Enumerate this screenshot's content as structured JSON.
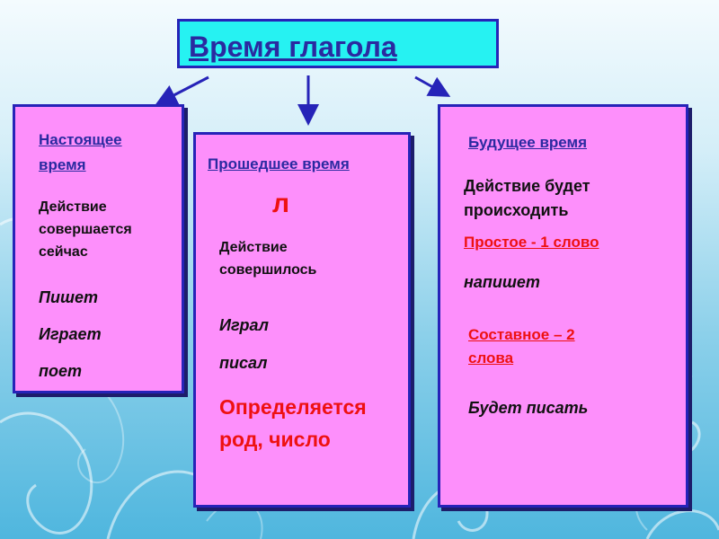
{
  "title": "Время глагола",
  "present": {
    "heading_line1": "Настоящее",
    "heading_line2": "время",
    "desc_line1": "Действие",
    "desc_line2": "совершается",
    "desc_line3": "сейчас",
    "examples": [
      "Пишет",
      "Играет",
      "поет"
    ]
  },
  "past": {
    "heading": "Прошедшее время",
    "suffix": "л",
    "desc_line1": "Действие",
    "desc_line2": "совершилось",
    "examples": [
      "Играл",
      "писал"
    ],
    "note_line1": "Определяется",
    "note_line2": "род, число"
  },
  "future": {
    "heading": "Будущее время",
    "desc_line1": "Действие будет",
    "desc_line2": "происходить",
    "simple_label": "Простое - 1 слово",
    "simple_example": "напишет",
    "compound_line1": "Составное – 2",
    "compound_line2": "слова",
    "compound_example": "Будет писать"
  },
  "colors": {
    "panel": "#fd8ffb",
    "title_bg": "#26f2f2",
    "border": "#2623b8",
    "heading": "#2a2aa0",
    "accent_red": "#ee1111"
  }
}
